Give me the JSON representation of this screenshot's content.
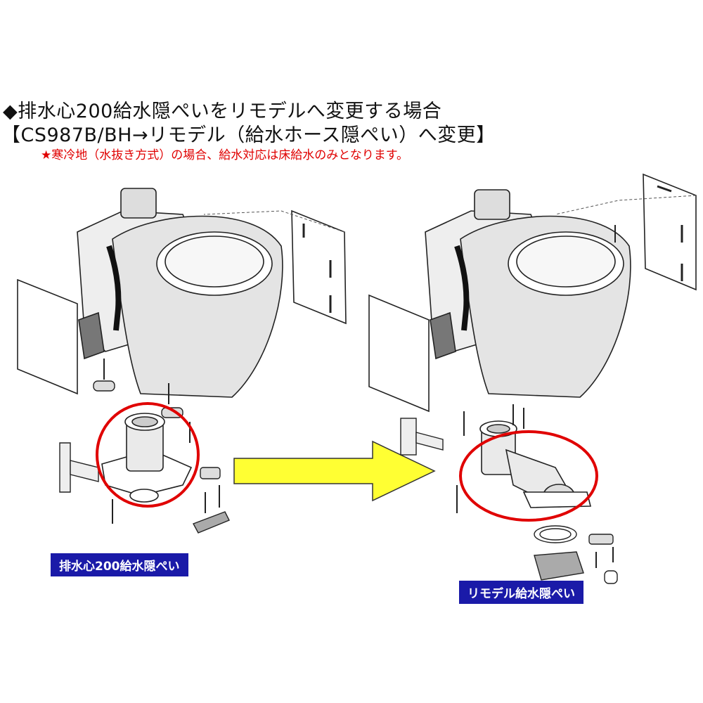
{
  "heading_line1": "◆排水心200給水隠ぺいをリモデルへ変更する場合",
  "heading_line2": "【CS987B/BH→リモデル（給水ホース隠ぺい）へ変更】",
  "note": "★寒冷地（水抜き方式）の場合、給水対応は床給水のみとなります。",
  "label_before": "排水心200給水隠ぺい",
  "label_after": "リモデル給水隠ぺい",
  "colors": {
    "highlight_circle": "#e00000",
    "arrow_fill": "#ffff33",
    "label_bg": "#1a1aa8",
    "note_text": "#e00000"
  }
}
